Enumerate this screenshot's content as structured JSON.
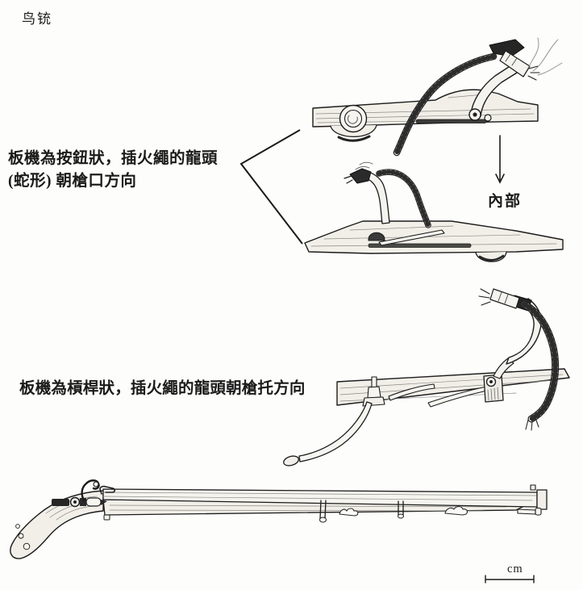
{
  "page": {
    "title": "鸟铳",
    "background": "#fdfdfb",
    "ink": "#1b1b1b"
  },
  "labels": {
    "button_trigger_line1": "板機為按鈕狀，插火繩的龍頭",
    "button_trigger_line2": "(蛇形) 朝槍口方向",
    "lever_trigger": "板機為槓桿狀，插火繩的龍頭朝槍托方向",
    "internal_view": "內部",
    "scale_unit": "cm"
  },
  "figures": {
    "top": "matchlock-external-side-view",
    "middle": "matchlock-internal-side-view",
    "lever": "lever-matchlock-mechanism",
    "bottom": "full-length-matchlock-musket"
  }
}
